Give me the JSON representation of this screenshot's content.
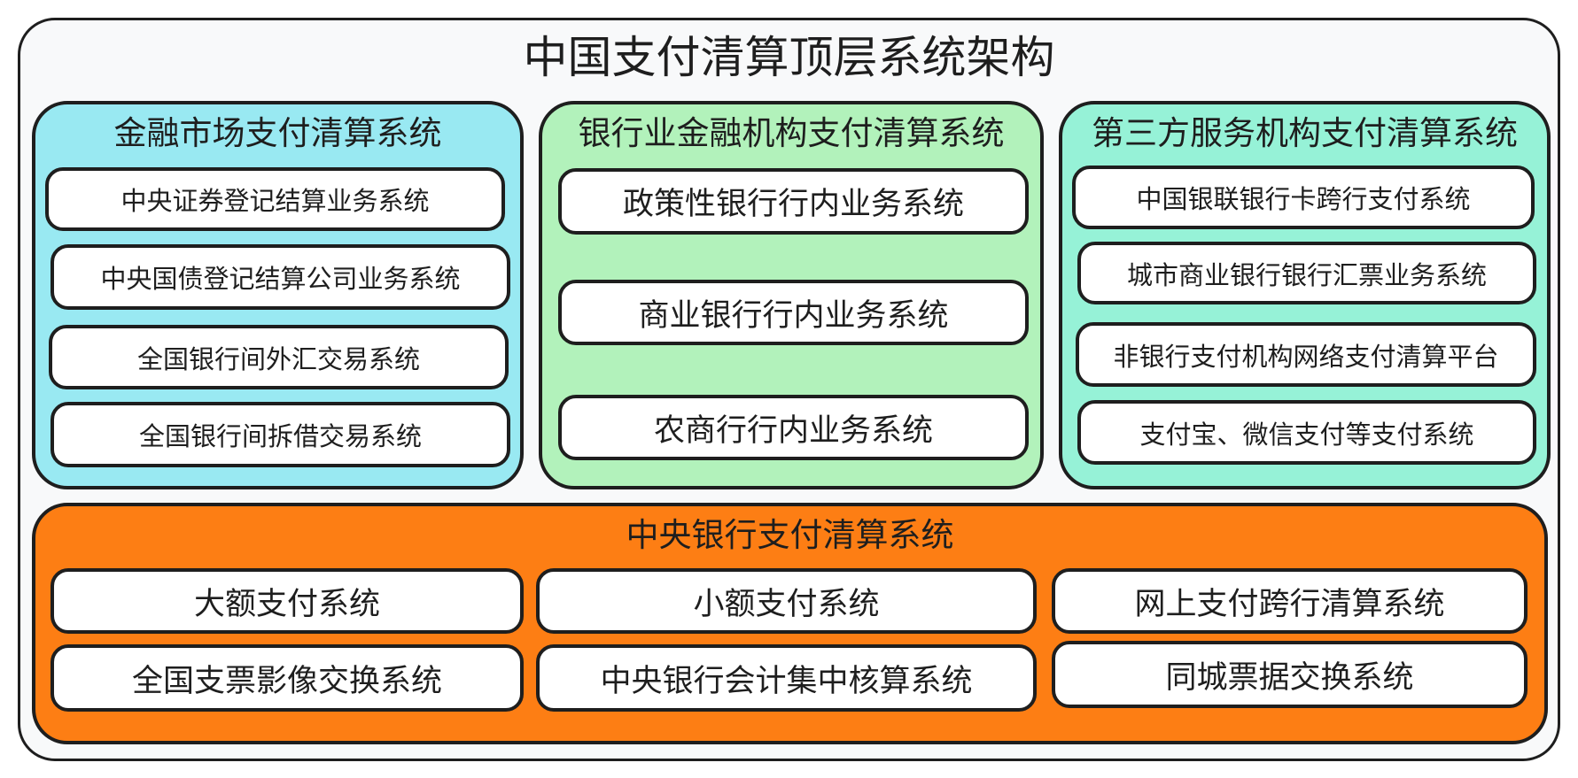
{
  "title": "中国支付清算顶层系统架构",
  "colors": {
    "background": "#f8f9fa",
    "financial_market": "#99e9f2",
    "banking": "#b2f2bb",
    "third_party": "#96f2d7",
    "central_bank": "#fd7e14",
    "item": "#ffffff",
    "stroke": "#1e1e1e"
  },
  "financial_market": {
    "heading": "金融市场支付清算系统",
    "items": [
      "中央证券登记结算业务系统",
      "中央国债登记结算公司业务系统",
      "全国银行间外汇交易系统",
      "全国银行间拆借交易系统"
    ]
  },
  "banking": {
    "heading": "银行业金融机构支付清算系统",
    "items": [
      "政策性银行行内业务系统",
      "商业银行行内业务系统",
      "农商行行内业务系统"
    ]
  },
  "third_party": {
    "heading": "第三方服务机构支付清算系统",
    "items": [
      "中国银联银行卡跨行支付系统",
      "城市商业银行银行汇票业务系统",
      "非银行支付机构网络支付清算平台",
      "支付宝、微信支付等支付系统"
    ]
  },
  "central_bank": {
    "heading": "中央银行支付清算系统",
    "items": [
      "大额支付系统",
      "小额支付系统",
      "网上支付跨行清算系统",
      "全国支票影像交换系统",
      "中央银行会计集中核算系统",
      "同城票据交换系统"
    ]
  }
}
